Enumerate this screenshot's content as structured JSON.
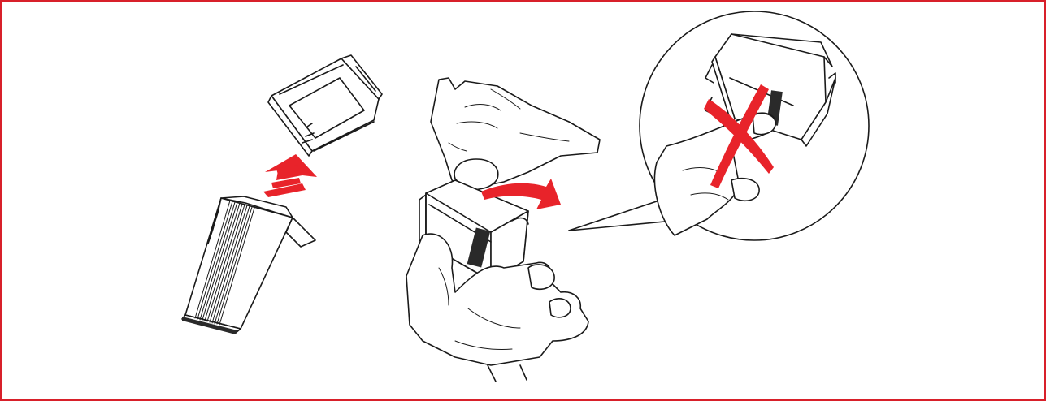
{
  "figure": {
    "border_color": "#d8202a",
    "accent_color": "#e8232a",
    "ink_color": "#1a1a1a",
    "steps": [
      {
        "name": "remove-cartridge-from-package",
        "icon": "upward-arrow"
      },
      {
        "name": "peel-protective-tape",
        "icon": "curved-arrow"
      },
      {
        "name": "do-not-touch-contacts",
        "icon": "x-mark"
      }
    ]
  }
}
